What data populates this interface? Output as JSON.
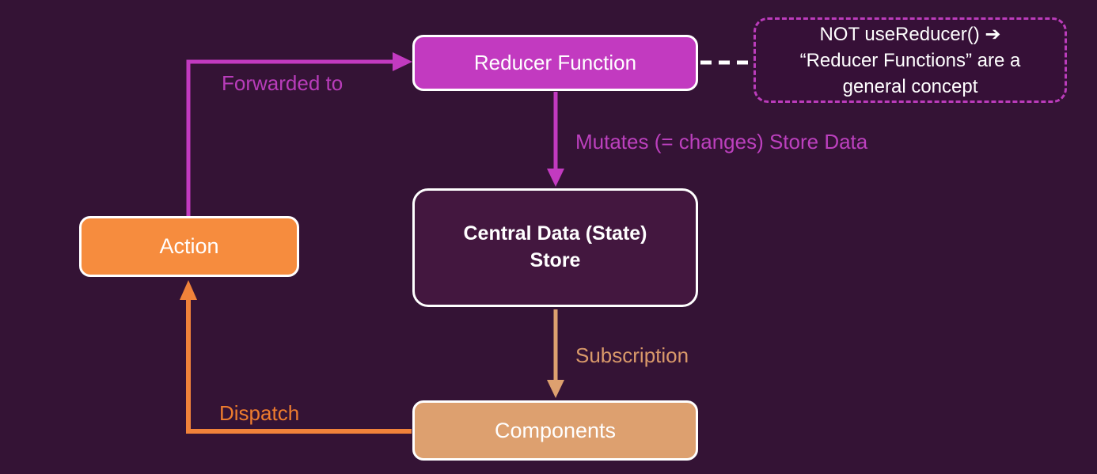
{
  "diagram": {
    "background_color": "#341335",
    "nodes": {
      "reducer": {
        "label": "Reducer Function",
        "fill": "#c23ac0"
      },
      "store": {
        "label": "Central Data (State) Store",
        "fill": "#43173f"
      },
      "components": {
        "label": "Components",
        "fill": "#dda06f"
      },
      "action": {
        "label": "Action",
        "fill": "#f68c3e"
      }
    },
    "annotation": {
      "lines": [
        "NOT useReducer() ➔",
        "“Reducer Functions” are a",
        "general concept"
      ],
      "border_color": "#bb3cbb"
    },
    "edges": {
      "forwarded_to": {
        "label": "Forwarded to",
        "color": "#b83cba",
        "line_color": "#c23ac0"
      },
      "mutates": {
        "label": "Mutates (= changes) Store Data",
        "color": "#bc40be",
        "line_color": "#c23ac0"
      },
      "subscription": {
        "label": "Subscription",
        "color": "#d9996a",
        "line_color": "#dda06f"
      },
      "dispatch": {
        "label": "Dispatch",
        "color": "#ee7c2e",
        "line_color": "#f0823a"
      },
      "not_usereducer_link": {
        "color": "#ffffff"
      }
    }
  }
}
